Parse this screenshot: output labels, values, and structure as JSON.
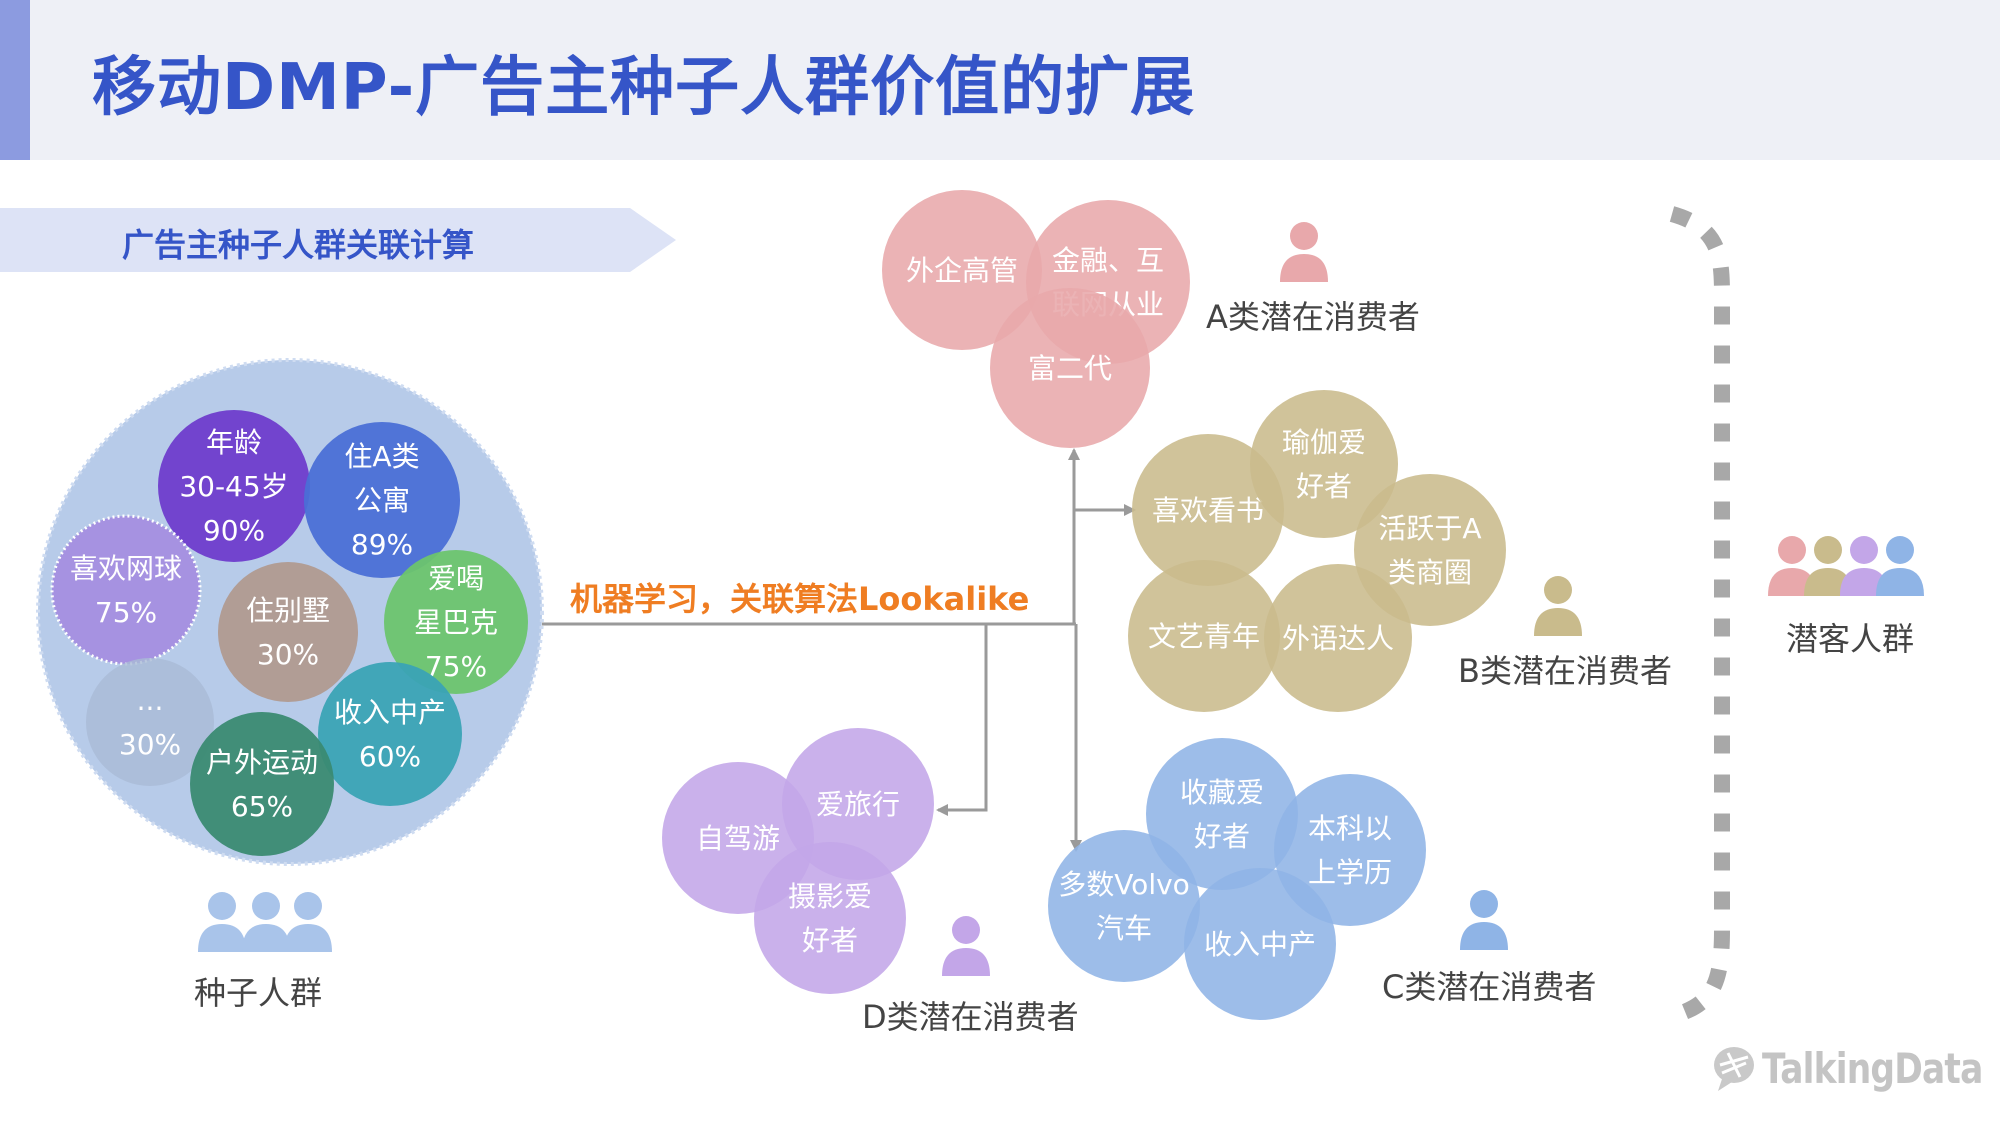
{
  "title": "移动DMP-广告主种子人群价值的扩展",
  "section_label": "广告主种子人群关联计算",
  "ml_label": "机器学习，关联算法Lookalike",
  "seed": {
    "label": "种子人群",
    "bubbles": [
      {
        "lines": [
          "年龄",
          "30-45岁",
          "90%"
        ],
        "color": "#6e3ccc"
      },
      {
        "lines": [
          "住A类",
          "公寓",
          "89%"
        ],
        "color": "#4a6fd6"
      },
      {
        "lines": [
          "喜欢网球",
          "75%"
        ],
        "color": "#a48ee0"
      },
      {
        "lines": [
          "住别墅",
          "30%"
        ],
        "color": "#b09a90"
      },
      {
        "lines": [
          "爱喝",
          "星巴克",
          "75%"
        ],
        "color": "#6cc46e"
      },
      {
        "lines": [
          "...",
          "30%"
        ],
        "color": "#a9bad6"
      },
      {
        "lines": [
          "收入中产",
          "60%"
        ],
        "color": "#3aa3b5"
      },
      {
        "lines": [
          "户外运动",
          "65%"
        ],
        "color": "#3a8a72"
      }
    ]
  },
  "groups": {
    "A": {
      "label": "A类潜在消费者",
      "color": "#e8a8ab",
      "items": [
        [
          "外企高管"
        ],
        [
          "金融、互",
          "联网从业"
        ],
        [
          "富二代"
        ]
      ]
    },
    "B": {
      "label": "B类潜在消费者",
      "color": "#c9bb8c",
      "items": [
        [
          "喜欢看书"
        ],
        [
          "瑜伽爱",
          "好者"
        ],
        [
          "活跃于A",
          "类商圈"
        ],
        [
          "文艺青年"
        ],
        [
          "外语达人"
        ]
      ]
    },
    "C": {
      "label": "C类潜在消费者",
      "color": "#8fb4e6",
      "items": [
        [
          "收藏爱",
          "好者"
        ],
        [
          "本科以",
          "上学历"
        ],
        [
          "多数Volvo",
          "汽车"
        ],
        [
          "收入中产"
        ]
      ]
    },
    "D": {
      "label": "D类潜在消费者",
      "color": "#c3a6e8",
      "items": [
        [
          "自驾游"
        ],
        [
          "爱旅行"
        ],
        [
          "摄影爱",
          "好者"
        ]
      ]
    }
  },
  "potential": {
    "label": "潜客人群",
    "colors": [
      "#e8a8ab",
      "#c9bb8c",
      "#c3a6e8",
      "#8fb4e6"
    ]
  },
  "logo": "TalkingData",
  "colors": {
    "title": "#3555c8",
    "accent_orange": "#ef7d22",
    "connector": "#9a9a9a",
    "seed_circle": "#b7cbe9",
    "seed_people": "#a9c4ea"
  }
}
